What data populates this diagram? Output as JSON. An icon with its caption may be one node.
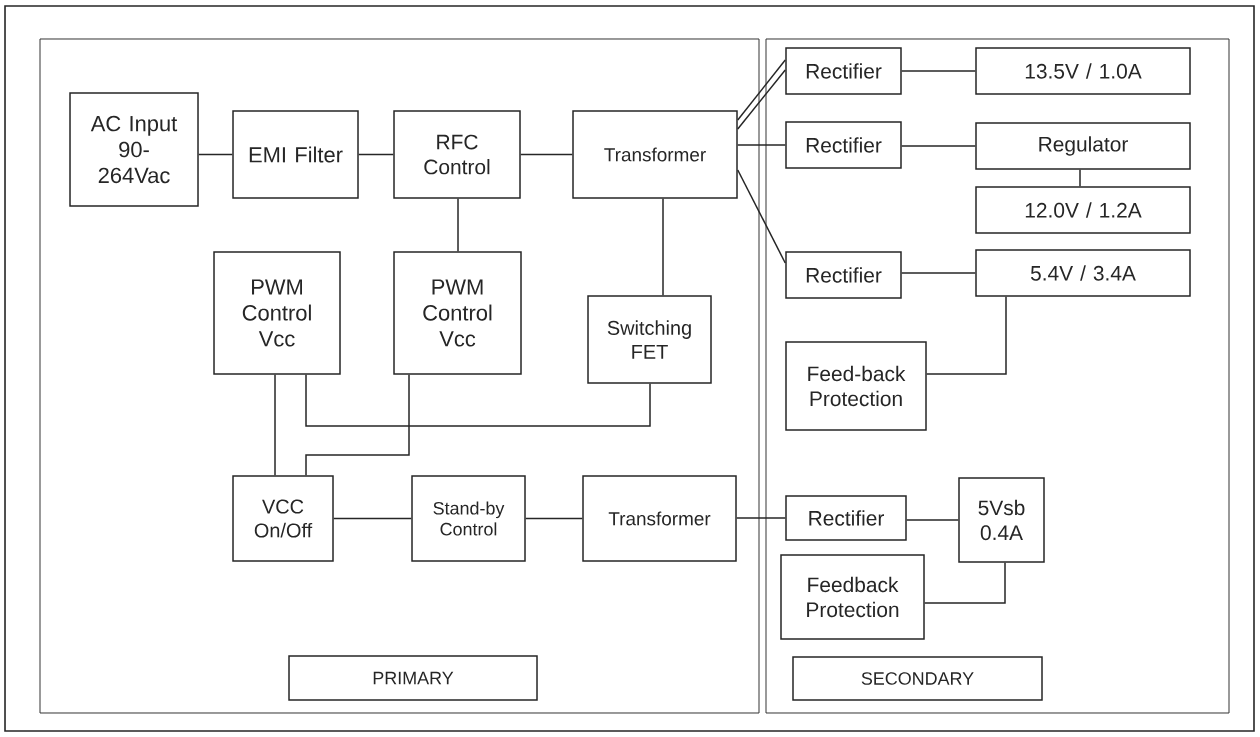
{
  "diagram": {
    "nodes": [
      {
        "text": [],
        "shape": "box"
      },
      {
        "text": [
          "AC Input 90- 264Vac"
        ],
        "in": 0
      },
      {
        "text": [
          "EMI Filter"
        ],
        "in": 0
      },
      {
        "text": [
          "RFC Control"
        ],
        "in": 0
      },
      {
        "text": [
          "Transformer"
        ],
        "in": 0
      },
      {
        "text": [
          "PWM Control Vcc"
        ],
        "in": 0
      },
      {
        "text": [
          "PWM Control Vcc"
        ],
        "in": 0
      },
      {
        "text": [
          "Switching FET"
        ],
        "in": 0
      },
      {
        "text": [
          "VCC On/Off"
        ],
        "in": 0
      },
      {
        "text": [
          "Stand-by Control"
        ],
        "in": 0
      },
      {
        "text": [
          "Transformer"
        ],
        "in": 0
      },
      {
        "text": [
          "PRIMARY"
        ],
        "in": 0
      },
      {
        "text": [],
        "shape": "box"
      },
      {
        "text": [
          "Rectifier"
        ],
        "in": 12
      },
      {
        "text": [
          "13.5V / 1.0A"
        ],
        "in": 12
      },
      {
        "text": [
          "Rectifier"
        ],
        "in": 12
      },
      {
        "text": [
          "Regulator"
        ],
        "in": 12
      },
      {
        "text": [
          "12.0V / 1.2A"
        ],
        "in": 12
      },
      {
        "text": [
          "Rectifier"
        ],
        "in": 12
      },
      {
        "text": [
          "5.4V / 3.4A"
        ],
        "in": 12
      },
      {
        "text": [
          "Feed-back Protection"
        ],
        "in": 12
      },
      {
        "text": [
          "Rectifier"
        ],
        "in": 12
      },
      {
        "text": [
          "5Vsb 0.4A"
        ],
        "in": 12
      },
      {
        "text": [
          "Feedback Protection"
        ],
        "in": 12
      },
      {
        "text": [
          "SECONDARY"
        ],
        "in": 12
      }
    ],
    "edges": [
      {
        "from": 1,
        "to": 2,
        "arrow": "none"
      },
      {
        "from": 2,
        "to": 3,
        "arrow": "none"
      },
      {
        "from": 3,
        "to": 4,
        "arrow": "none"
      },
      {
        "from": 3,
        "to": 6,
        "arrow": "none"
      },
      {
        "from": 4,
        "to": 7,
        "arrow": "none"
      },
      {
        "from": 4,
        "to": 13,
        "arrow": "none"
      },
      {
        "from": 4,
        "to": 13,
        "arrow": "none"
      },
      {
        "from": 4,
        "to": 15,
        "arrow": "none"
      },
      {
        "from": 4,
        "to": 18,
        "arrow": "none"
      },
      {
        "from": 5,
        "to": 8,
        "arrow": "none"
      },
      {
        "from": 5,
        "to": 7,
        "arrow": "none"
      },
      {
        "from": 6,
        "to": 8,
        "arrow": "none"
      },
      {
        "from": 8,
        "to": 9,
        "arrow": "none"
      },
      {
        "from": 9,
        "to": 10,
        "arrow": "none"
      },
      {
        "from": 10,
        "to": 21,
        "arrow": "none"
      },
      {
        "from": 13,
        "to": 14,
        "arrow": "none"
      },
      {
        "from": 15,
        "to": 16,
        "arrow": "none"
      },
      {
        "from": 16,
        "to": 17,
        "arrow": "none"
      },
      {
        "from": 18,
        "to": 19,
        "arrow": "none"
      },
      {
        "from": 19,
        "to": 20,
        "arrow": "none"
      },
      {
        "from": 21,
        "to": 22,
        "arrow": "none"
      },
      {
        "from": 22,
        "to": 23,
        "arrow": "none"
      }
    ]
  }
}
